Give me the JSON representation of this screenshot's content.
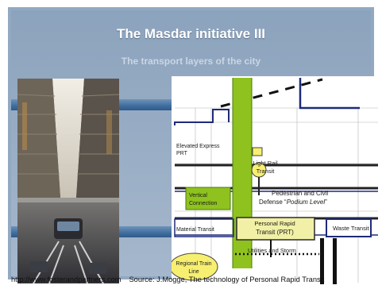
{
  "slide": {
    "title": "The Masdar initiative III",
    "subtitle": "The transport layers of the city"
  },
  "diagram": {
    "labels": {
      "elevated_express": [
        "Elevated Express",
        "PRT"
      ],
      "light_rail": [
        "Light Rail",
        "Transit"
      ],
      "pedestrian_line1": "Pedestrian and Civil",
      "pedestrian_line2_prefix": "Defense “",
      "pedestrian_line2_italic": "Podium Level",
      "pedestrian_line2_suffix": "”",
      "vertical_connection": [
        "Vertical",
        "Connection"
      ],
      "material_transit": "Material Transit",
      "prt": [
        "Personal Rapid",
        "Transit (PRT)"
      ],
      "waste_transit": "Waste Transit",
      "utilities": "Utilities and Storm",
      "regional_train": [
        "Regional Train",
        "Line"
      ]
    }
  },
  "footer": {
    "url": "http://www.fosterandpartners.com",
    "source": "Source: J.Mogge, The technology of Personal Rapid Transit"
  }
}
